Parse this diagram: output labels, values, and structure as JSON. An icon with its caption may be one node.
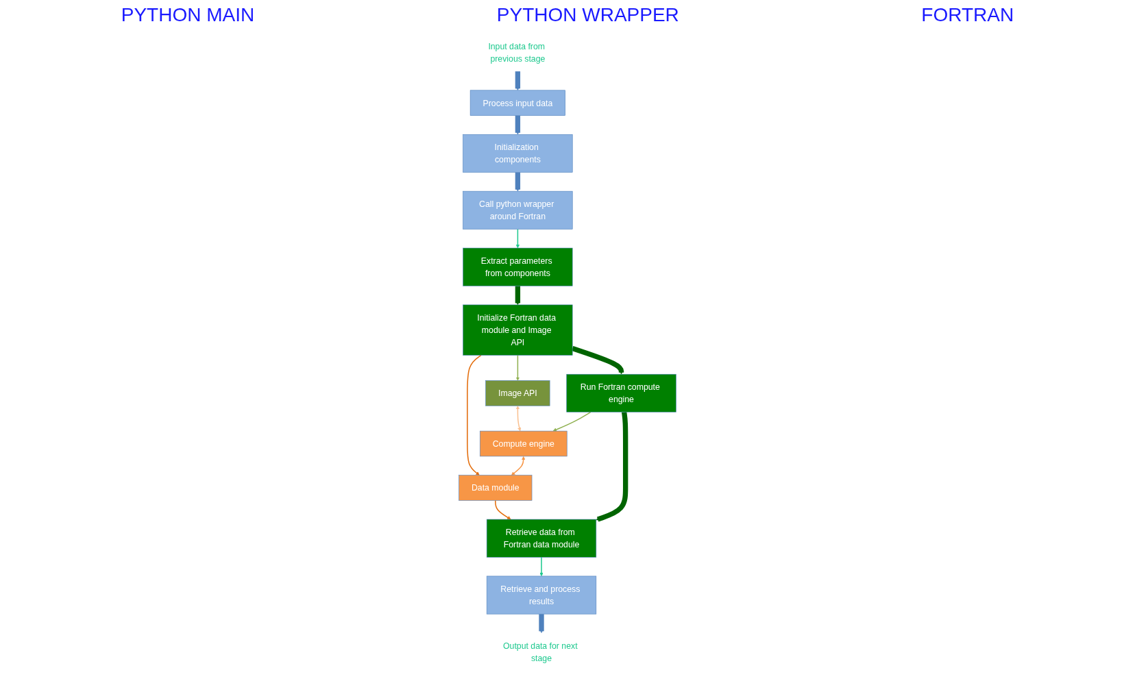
{
  "diagram": {
    "nodes": [
      {
        "text": [
          "Input data from previous stage"
        ]
      },
      {
        "text": [
          "Process input data"
        ]
      },
      {
        "text": [
          "Initialization components"
        ]
      },
      {
        "text": [
          "Call python wrapper around Fortran"
        ]
      },
      {
        "text": [
          "Retrieve and process results"
        ]
      },
      {
        "text": [
          "Output data for next stage"
        ]
      },
      {
        "text": [
          "Extract parameters from components"
        ]
      },
      {
        "text": [
          "Initialize Fortran data module and Image API"
        ]
      },
      {
        "text": [
          "Run Fortran compute engine"
        ]
      },
      {
        "text": [
          "Retrieve data from Fortran data module"
        ]
      },
      {
        "text": [
          "Image API"
        ]
      },
      {
        "text": [
          "Compute engine"
        ]
      },
      {
        "text": [
          "Data module"
        ]
      }
    ],
    "edges": [
      {
        "from": 0,
        "to": 1,
        "arrow": "to",
        "style": "thick",
        "color": "#4f81bd"
      },
      {
        "from": 1,
        "to": 2,
        "arrow": "to",
        "style": "thick",
        "color": "#4f81bd"
      },
      {
        "from": 2,
        "to": 3,
        "arrow": "to",
        "style": "thick",
        "color": "#4f81bd"
      },
      {
        "from": 3,
        "to": 6,
        "arrow": "to",
        "color": "#1fc98f"
      },
      {
        "from": 6,
        "to": 7,
        "arrow": "to",
        "style": "thick",
        "color": "#006400"
      },
      {
        "from": 7,
        "to": 12,
        "arrow": "to",
        "color": "#e36c0a"
      },
      {
        "from": 7,
        "to": 10,
        "arrow": "to",
        "color": "#8fb050"
      },
      {
        "from": 7,
        "to": 8,
        "arrow": "to",
        "style": "thick",
        "color": "#006400"
      },
      {
        "from": 10,
        "to": 11,
        "arrow": "both",
        "color": "#fac090"
      },
      {
        "from": 8,
        "to": 11,
        "arrow": "to",
        "color": "#8fb050"
      },
      {
        "from": 11,
        "to": 12,
        "arrow": "both",
        "color": "#f79646"
      },
      {
        "from": 8,
        "to": 9,
        "arrow": "to",
        "style": "thick",
        "color": "#006400"
      },
      {
        "from": 12,
        "to": 9,
        "arrow": "to",
        "color": "#e36c0a"
      },
      {
        "from": 9,
        "to": 4,
        "arrow": "to",
        "color": "#1fc98f"
      },
      {
        "from": 4,
        "to": 5,
        "arrow": "to",
        "style": "thick",
        "color": "#4f81bd"
      }
    ],
    "labels": [
      "PYTHON MAIN",
      "PYTHON WRAPPER",
      "FORTRAN"
    ]
  }
}
